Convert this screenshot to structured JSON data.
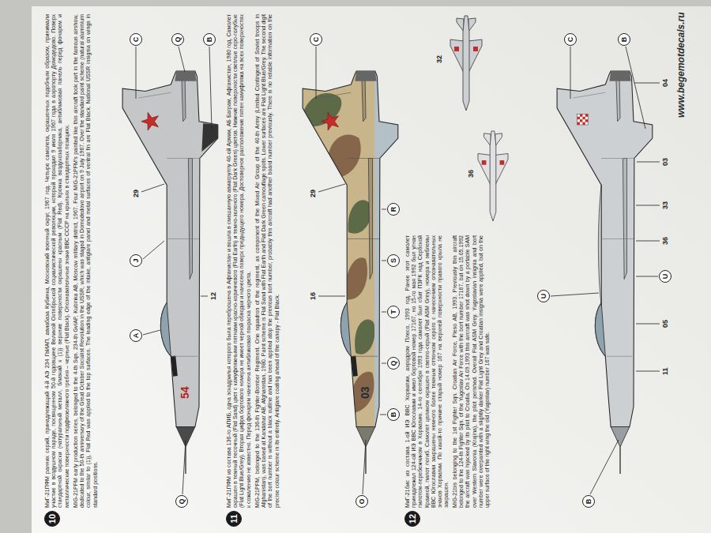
{
  "diagram": {
    "nodes": [
      {
        "text": [
          "10"
        ]
      },
      {
        "text": [
          "Q"
        ]
      },
      {
        "text": [
          "A"
        ]
      },
      {
        "text": [
          "J"
        ]
      },
      {
        "text": [
          "C"
        ]
      },
      {
        "text": [
          "Q"
        ]
      },
      {
        "text": [
          "B"
        ]
      },
      {
        "text": [
          "11"
        ]
      },
      {
        "text": [
          "O"
        ]
      },
      {
        "text": [
          "B"
        ]
      },
      {
        "text": [
          "Q"
        ]
      },
      {
        "text": [
          "T"
        ]
      },
      {
        "text": [
          "S"
        ]
      },
      {
        "text": [
          "R"
        ]
      },
      {
        "text": [
          "C"
        ]
      },
      {
        "text": [
          "12"
        ]
      },
      {
        "text": [
          "B"
        ]
      },
      {
        "text": [
          "U"
        ]
      },
      {
        "text": [
          "U"
        ]
      },
      {
        "text": [
          "C"
        ]
      },
      {
        "text": [
          "B"
        ]
      }
    ],
    "labels": [
      "МиГ-21ПФМ ранних серий, принадлежащий 4-й АЭ 234 ГвИАП, авиабаза Кубинка, Московский военный округ, 1967 год. Четыре самолета, окрашенных подобным образом, принимали участие в воздушном параде, посвященном 50-й годовщине Великой Октябрьской социалистической революции, который проходил 9 июля 1967 года в аэропорту Домодедово. Поверх стандартной окраски (натуральный металл, близкий к (1)) верхние поверхности окрашены красным (Flat Red). Кромка воздухозаборника, антибликовая панель перед фонарем и металлические поверхности подфюзеляжного гребня – черные (Flat Black). Опознавательные знаки ВВС СССР на крыльях в стандартных позициях.",
      "MiG-21PFM early production series, belonged to the 4-th Sqn. 234-th GvIAP, Kubinka AB, Moscow military district, 1967. Four MiG-21PFM's painted like this aircraft took part in the famous airshow, dedicated to the 50-th anniversary of the Great October Socialist Revolution in the USSR, which was staged in Domodedovo airport on 9 July 1967. Over the standard paint scheme (natural aluminium colour, similar to (1)), Flat Red was applied to the top surfaces. The leading edge of the intake, antiglare panel and metal surfaces of ventral fin are Flat Black. National USSR insignia on wings in standard positions.",
      "12",
      "29",
      "54",
      "МиГ-21ПФМ из состава 136-го АПИБ, одна эскадрилья которого была переброшена в Афганистан и вошла в смешанную авиагруппу 40-ой Армии, АБ Баграм, Афганистан, 1980 год. Самолет окрашен в темный песочный (Flat Sand) цвет с камуфляжными пятнами красно-коричневого (Flat Earth) и темно-зеленого (Flat Dark Green) цветов. Нижние поверхности светлые серо-голубые (Flat Light Blue/Grey). Вторая цифра бортового номера не имеет черной обводки и нанесена поверх предыдущего номера. Достоверное расположение пятен камуфляжа на всех поверхностях к сожалению не известно. Перед фонарем нанесена антибликовая покраска черного цвета.",
      "MiG-21PFM, belonged to the 136-th Fighter-Bomber Regiment. One squadron of the regiment, as component of the Mixed Air Group of the 40-th Army (Limited Contingent of Soviet troops in Afghanistan), was based at Kandahar AB, Afghanistan, 1980. Paint scheme is Flat Sand with Flat Earth and Flat Dark Green camouflage spots. Lower surfaces are Flat Light Blue/Grey. The second digit of the bort number is without a black outline and has been applied atop the previous bort number, probably this aircraft had another board number previously. There is no reliable information on the precise colour scheme in its entirety. Antiglare coating ahead of the canopy - Flat Black.",
      "16",
      "29",
      "03",
      "МиГ-21бис из состава 1-ой ИЭ ВВС Хорватии, аэродром Плесо, 1993 год. Ранее этот самолет принадлежал 124-ой ИЭ ВВС Югославии и имел бортовой номер 17167, но 15-го мая 1992 был угнан пилотом-перебежчиком в Хорватию. 14-го сентября 1993 года самолет был сбит ПЗРК над Сербской Краиной, пилот погиб. Самолет целиком окрашен в светло-серый (Flat ASM Grey), номера и эмблемы ВВС Югославии закрашены немного более темным оттенком серого с нанесением опознавательных знаков Хорватии. По какой-то причине старый номер 167 на верхней поверхности правого крыла не закрашен.",
      "MiG-21bis belonging to the 1st Fighter Sqn. Croatian Air Force, Pleso AB, 1993. Previously this aircraft belonged to the 124-th Fighter Sqn. of the Yugoslav Air Force with the bort number 17167, but on 15.05.1992 the aircraft was hijacked by its pilot to Croatia. On 14.09.1993 this aircraft was shot down by a portable SAM over Western Slavonia (Krajina), the pilot perished. Overall Flat ASM Grey. Yugoslavian insignia and bort number were overpainted with a slightly darker Flat Light Grey and Croatian insignia were applied, but on the upper surface of the right wing the old (Yugoslav) number 167 was safe.",
      "11",
      "05",
      "36",
      "33",
      "03",
      "04",
      "36",
      "32",
      "www.begemotdecals.ru"
    ]
  }
}
